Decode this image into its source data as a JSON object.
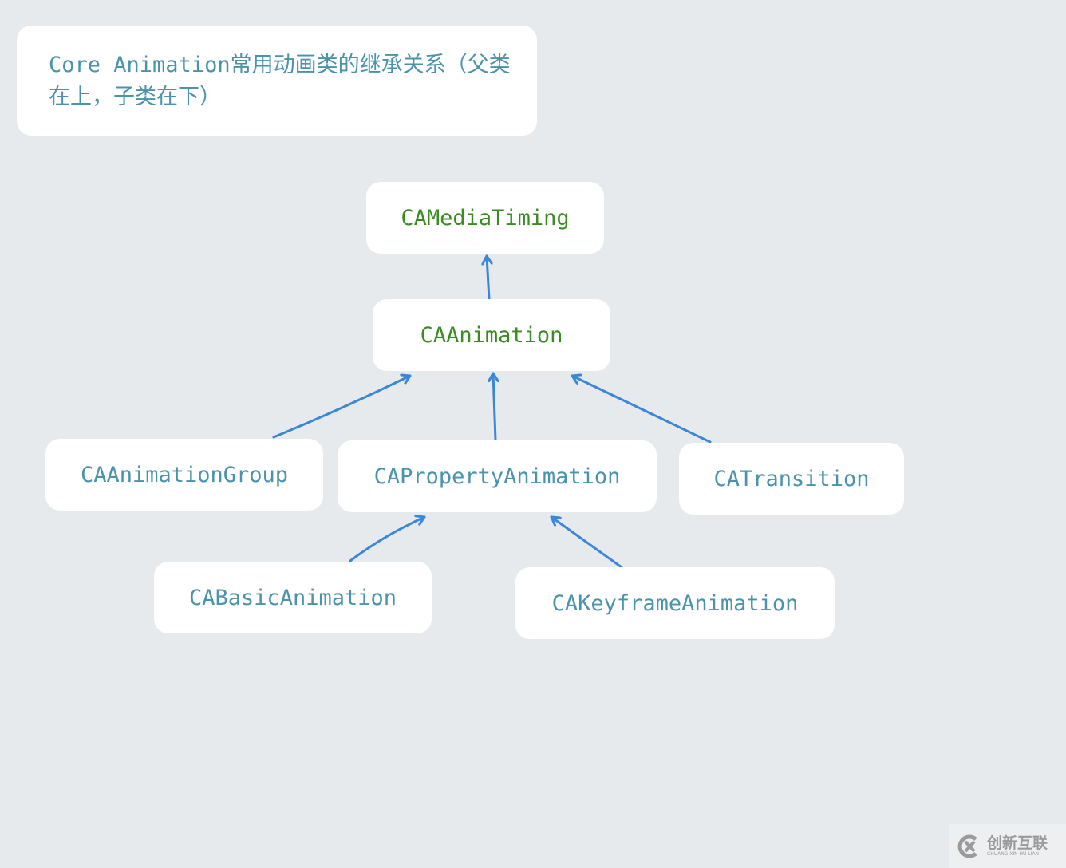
{
  "title": "Core Animation常用动画类的继承关系（父类在上，子类在下）",
  "nodes": {
    "media_timing": "CAMediaTiming",
    "animation": "CAAnimation",
    "animation_group": "CAAnimationGroup",
    "property_animation": "CAPropertyAnimation",
    "transition": "CATransition",
    "basic_animation": "CABasicAnimation",
    "keyframe_animation": "CAKeyframeAnimation"
  },
  "colors": {
    "background": "#e7eaed",
    "text": "#4a93ab",
    "highlight": "#3a8c22",
    "arrow": "#3a86d9"
  },
  "watermark": {
    "cn": "创新互联",
    "en": "CHUANG XIN HU LIAN"
  }
}
